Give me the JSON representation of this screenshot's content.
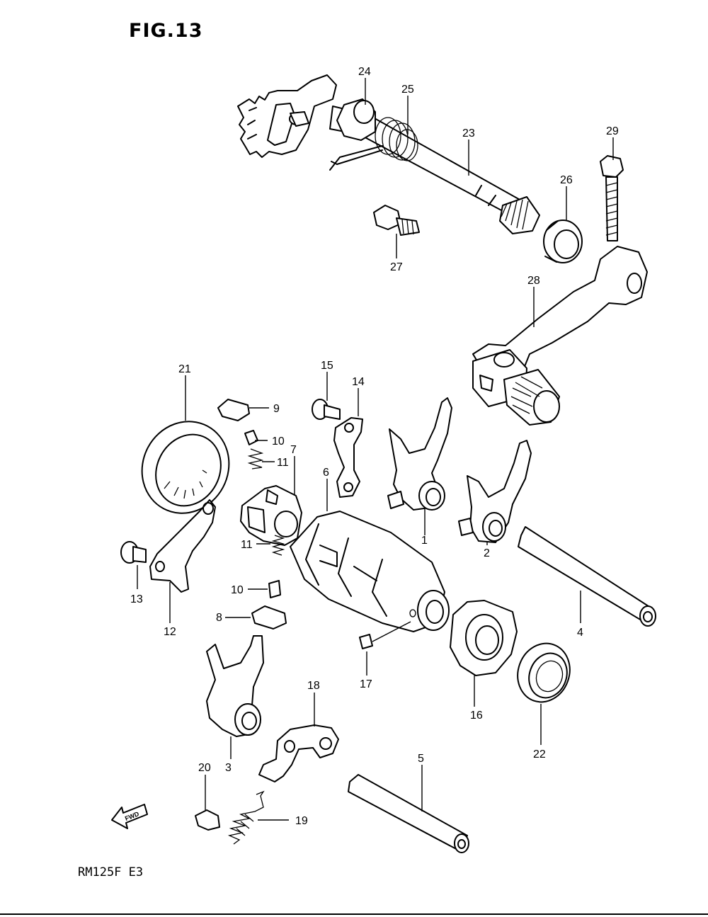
{
  "figure": {
    "title": "FIG.13",
    "model_code": "RM125F  E3"
  },
  "fwd_arrow": {
    "label": "FWD"
  },
  "callouts": {
    "c1": "1",
    "c2": "2",
    "c3": "3",
    "c4": "4",
    "c5": "5",
    "c6": "6",
    "c7": "7",
    "c8": "8",
    "c9": "9",
    "c10a": "10",
    "c10b": "10",
    "c11a": "11",
    "c11b": "11",
    "c12": "12",
    "c13": "13",
    "c14": "14",
    "c15": "15",
    "c16": "16",
    "c17": "17",
    "c18": "18",
    "c19": "19",
    "c20": "20",
    "c21": "21",
    "c22": "22",
    "c23": "23",
    "c24": "24",
    "c25": "25",
    "c26": "26",
    "c27": "27",
    "c28": "28",
    "c29": "29"
  }
}
